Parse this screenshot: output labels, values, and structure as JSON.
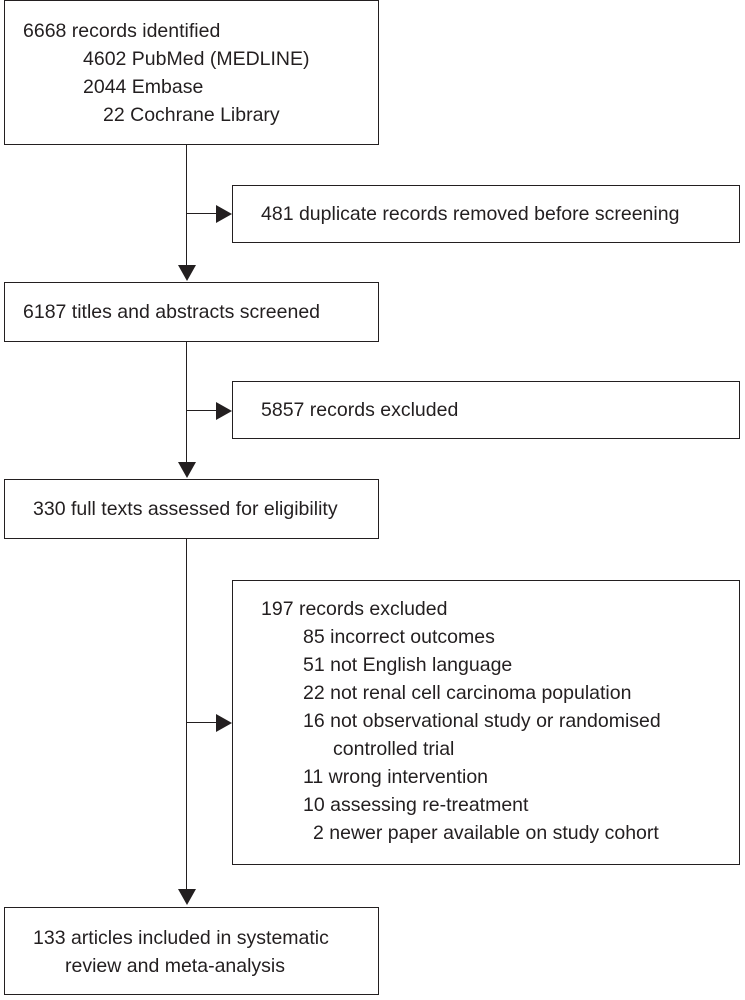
{
  "identification": {
    "title": "6668 records identified",
    "sources": [
      "4602 PubMed (MEDLINE)",
      "2044 Embase",
      "22 Cochrane Library"
    ]
  },
  "duplicates": {
    "text": "481 duplicate records removed before screening"
  },
  "screening": {
    "text": "6187 titles and abstracts screened"
  },
  "excluded_screening": {
    "text": "5857 records excluded"
  },
  "eligibility": {
    "text": "330 full texts assessed for eligibility"
  },
  "excluded_fulltext": {
    "title": "197 records excluded",
    "reasons": [
      "85 incorrect outcomes",
      "51 not English language",
      "22 not renal cell carcinoma population",
      "16 not observational study or randomised",
      "controlled trial",
      "11 wrong intervention",
      "10 assessing re-treatment",
      "2 newer paper available on study cohort"
    ]
  },
  "included": {
    "lines": [
      "133 articles included in systematic",
      "review and meta-analysis"
    ]
  }
}
